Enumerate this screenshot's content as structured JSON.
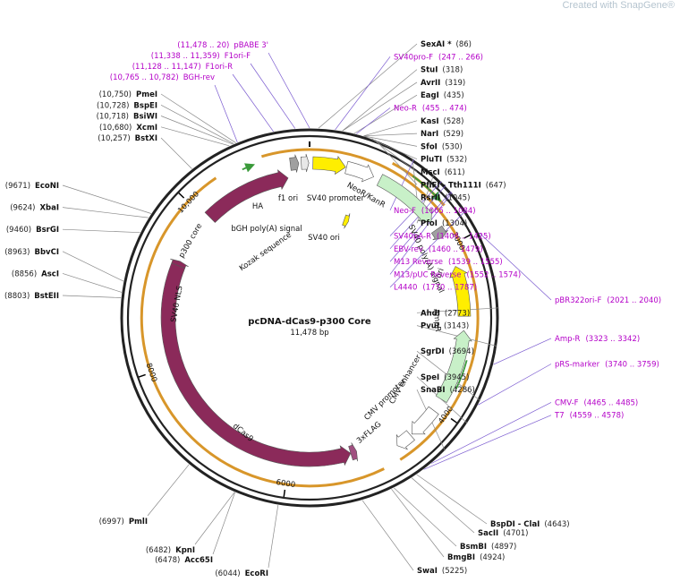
{
  "watermark": "Created with SnapGene®",
  "plasmid": {
    "name": "pcDNA-dCas9-p300 Core",
    "length_label": "11,478 bp",
    "length": 11478
  },
  "ticks": [
    {
      "pos": 2000,
      "label": "2000"
    },
    {
      "pos": 4000,
      "label": "4000"
    },
    {
      "pos": 6000,
      "label": "6000"
    },
    {
      "pos": 8000,
      "label": "8000"
    },
    {
      "pos": 10000,
      "label": "10,000"
    }
  ],
  "features": [
    {
      "name": "dCas9",
      "start": 5200,
      "end": 9300,
      "dir": "-",
      "color": "#8b2a5a",
      "ring": "inner"
    },
    {
      "name": "p300 core",
      "start": 10050,
      "end": 11200,
      "dir": "+",
      "color": "#8b2a5a",
      "ring": "inner"
    },
    {
      "name": "SV40 NLS",
      "start": 9300,
      "end": 9360,
      "dir": "+",
      "color": "#8b2a5a",
      "ring": "inner"
    },
    {
      "name": "3xFLAG",
      "start": 5120,
      "end": 5200,
      "dir": "-",
      "color": "#a05080",
      "ring": "inner"
    },
    {
      "name": "HA",
      "start": 11250,
      "end": 11350,
      "dir": "+",
      "color": "#a0a0a0",
      "ring": "outer"
    },
    {
      "name": "bGH poly(A) signal",
      "start": 11380,
      "end": 11470,
      "dir": "+",
      "color": "#e8e8e8",
      "ring": "outer"
    },
    {
      "name": "f1 ori",
      "start": 40,
      "end": 430,
      "dir": "+",
      "color": "#ffee00",
      "ring": "outer"
    },
    {
      "name": "SV40 promoter",
      "start": 440,
      "end": 780,
      "dir": "+",
      "color": "#ffffff",
      "ring": "outer"
    },
    {
      "name": "SV40 ori",
      "start": 620,
      "end": 700,
      "dir": "+",
      "color": "#ffee00",
      "ring": "inner2"
    },
    {
      "name": "NeoR/KanR",
      "start": 860,
      "end": 1650,
      "dir": "+",
      "color": "#c8f0c8",
      "ring": "outer"
    },
    {
      "name": "SV40 poly(A) signal",
      "start": 1760,
      "end": 1880,
      "dir": "+",
      "color": "#a0a0a0",
      "ring": "outer"
    },
    {
      "name": "ori",
      "start": 2250,
      "end": 2850,
      "dir": "-",
      "color": "#ffee00",
      "ring": "outer"
    },
    {
      "name": "AmpR",
      "start": 3020,
      "end": 3880,
      "dir": "-",
      "color": "#c8f0c8",
      "ring": "outer"
    },
    {
      "name": "CMV enhancer",
      "start": 4040,
      "end": 4420,
      "dir": "+",
      "color": "#ffffff",
      "ring": "outer"
    },
    {
      "name": "CMV promoter",
      "start": 4440,
      "end": 4640,
      "dir": "+",
      "color": "#ffffff",
      "ring": "outer"
    },
    {
      "name": "Kozak sequence",
      "start": 11460,
      "end": 11470,
      "dir": "+",
      "color": "#ffffff",
      "ring": "none"
    }
  ],
  "primer_lines": [
    {
      "name": "BGH-rev",
      "start": 10765,
      "end": 10782,
      "label": "(10,765 .. 10,782)"
    },
    {
      "name": "F1ori-R",
      "start": 11128,
      "end": 11147,
      "label": "(11,128 .. 11,147)"
    },
    {
      "name": "F1ori-F",
      "start": 11338,
      "end": 11359,
      "label": "(11,338 .. 11,359)"
    },
    {
      "name": "pBABE 3'",
      "start": 11478,
      "end": 20,
      "label": "(11,478 .. 20)"
    },
    {
      "name": "SV40pro-F",
      "start": 247,
      "end": 266,
      "label": "(247 .. 266)"
    },
    {
      "name": "Neo-R",
      "start": 455,
      "end": 474,
      "label": "(455 .. 474)"
    },
    {
      "name": "Neo-F",
      "start": 1065,
      "end": 1084,
      "label": "(1065 .. 1084)"
    },
    {
      "name": "SV40pA-R",
      "start": 1406,
      "end": 1425,
      "label": "(1406 .. 1425)"
    },
    {
      "name": "EBV-rev",
      "start": 1460,
      "end": 1479,
      "label": "(1460 .. 1479)"
    },
    {
      "name": "M13 Reverse",
      "start": 1539,
      "end": 1555,
      "label": "(1539 .. 1555)"
    },
    {
      "name": "M13/pUC Reverse",
      "start": 1552,
      "end": 1574,
      "label": "(1552 .. 1574)"
    },
    {
      "name": "L4440",
      "start": 1770,
      "end": 1787,
      "label": "(1770 .. 1787)"
    },
    {
      "name": "pBR322ori-F",
      "start": 2021,
      "end": 2040,
      "label": "(2021 .. 2040)"
    },
    {
      "name": "Amp-R",
      "start": 3323,
      "end": 3342,
      "label": "(3323 .. 3342)"
    },
    {
      "name": "pRS-marker",
      "start": 3740,
      "end": 3759,
      "label": "(3740 .. 3759)"
    },
    {
      "name": "CMV-F",
      "start": 4465,
      "end": 4485,
      "label": "(4465 .. 4485)"
    },
    {
      "name": "T7",
      "start": 4559,
      "end": 4578,
      "label": "(4559 .. 4578)"
    }
  ],
  "left_labels": [
    {
      "pos": 10750,
      "name": "PmeI",
      "num": "(10,750)"
    },
    {
      "pos": 10728,
      "name": "BspEI",
      "num": "(10,728)"
    },
    {
      "pos": 10718,
      "name": "BsiWI",
      "num": "(10,718)"
    },
    {
      "pos": 10680,
      "name": "XcmI",
      "num": "(10,680)"
    },
    {
      "pos": 10257,
      "name": "BstXI",
      "num": "(10,257)"
    },
    {
      "pos": 9671,
      "name": "EcoNI",
      "num": "(9671)"
    },
    {
      "pos": 9624,
      "name": "XbaI",
      "num": "(9624)"
    },
    {
      "pos": 9460,
      "name": "BsrGI",
      "num": "(9460)"
    },
    {
      "pos": 8963,
      "name": "BbvCI",
      "num": "(8963)"
    },
    {
      "pos": 8856,
      "name": "AscI",
      "num": "(8856)"
    },
    {
      "pos": 8803,
      "name": "BstEII",
      "num": "(8803)"
    },
    {
      "pos": 6997,
      "name": "PmlI",
      "num": "(6997)"
    },
    {
      "pos": 6482,
      "name": "KpnI",
      "num": "(6482)"
    },
    {
      "pos": 6478,
      "name": "Acc65I",
      "num": "(6478)"
    },
    {
      "pos": 6044,
      "name": "EcoRI",
      "num": "(6044)"
    }
  ],
  "right_labels": [
    {
      "pos": 86,
      "name": "SexAI *",
      "num": "(86)",
      "grey": true
    },
    {
      "pos": 318,
      "name": "StuI",
      "num": "(318)"
    },
    {
      "pos": 319,
      "name": "AvrII",
      "num": "(319)"
    },
    {
      "pos": 435,
      "name": "EagI",
      "num": "(435)"
    },
    {
      "pos": 528,
      "name": "KasI",
      "num": "(528)"
    },
    {
      "pos": 529,
      "name": "NarI",
      "num": "(529)"
    },
    {
      "pos": 530,
      "name": "SfoI",
      "num": "(530)"
    },
    {
      "pos": 532,
      "name": "PluTI",
      "num": "(532)"
    },
    {
      "pos": 611,
      "name": "MscI",
      "num": "(611)"
    },
    {
      "pos": 647,
      "name": "PflFI - Tth111I",
      "num": "(647)"
    },
    {
      "pos": 1045,
      "name": "RsrII",
      "num": "(1045)"
    },
    {
      "pos": 1304,
      "name": "PfoI",
      "num": "(1304)"
    },
    {
      "pos": 2773,
      "name": "AhdI",
      "num": "(2773)"
    },
    {
      "pos": 3143,
      "name": "PvuI",
      "num": "(3143)"
    },
    {
      "pos": 3694,
      "name": "SgrDI",
      "num": "(3694)"
    },
    {
      "pos": 3945,
      "name": "SpeI",
      "num": "(3945)"
    },
    {
      "pos": 4286,
      "name": "SnaBI",
      "num": "(4286)"
    },
    {
      "pos": 4643,
      "name": "BspDI - ClaI",
      "num": "(4643)"
    },
    {
      "pos": 4701,
      "name": "SacII",
      "num": "(4701)"
    },
    {
      "pos": 4897,
      "name": "BsmBI",
      "num": "(4897)"
    },
    {
      "pos": 4924,
      "name": "BmgBI",
      "num": "(4924)"
    },
    {
      "pos": 5225,
      "name": "SwaI",
      "num": "(5225)"
    }
  ],
  "colors": {
    "backbone": "#222222",
    "primer": "#b400c8",
    "primer_line": "#7a5ad0",
    "enzyme_line": "#888888",
    "orange_ring": "#d8962a",
    "green_arrow": "#3a9a3a"
  }
}
